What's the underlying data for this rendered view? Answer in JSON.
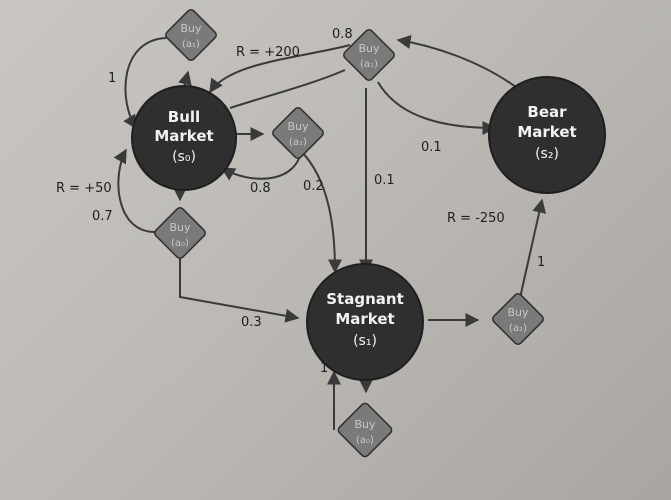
{
  "states": {
    "bull": {
      "name_line1": "Bull",
      "name_line2": "Market",
      "id": "(s₀)"
    },
    "bear": {
      "name_line1": "Bear",
      "name_line2": "Market",
      "id": "(s₂)"
    },
    "stagnant": {
      "name_line1": "Stagnant",
      "name_line2": "Market",
      "id": "(s₁)"
    }
  },
  "actions": {
    "buy_label": "Buy",
    "a0": "(a₀)",
    "a1": "(a₁)",
    "a2": "(a₂)"
  },
  "labels": {
    "reward_bull_a1": "R = +200",
    "reward_bull_a0": "R = +50",
    "reward_stagnant_a2": "R = -250",
    "p_top_a1_to_bull": "0.8",
    "p_a1_to_bear": "0.1",
    "p_a1_to_stagnant": "0.1",
    "p_a2_to_bull": "0.8",
    "p_a2_to_stagnant": "0.2",
    "p_a0_to_bull": "0.7",
    "p_a0_to_stagnant": "0.3",
    "p_bull_a1_self": "1",
    "p_stagnant_a2_to_bear": "1",
    "p_stagnant_a0_self": "1"
  },
  "colors": {
    "state_fill": "#2f2f2f",
    "action_fill": "#7a7a7a",
    "arrow": "#3a3a3a",
    "text_light": "#f2f2f2",
    "action_text": "#c8c8c8"
  }
}
